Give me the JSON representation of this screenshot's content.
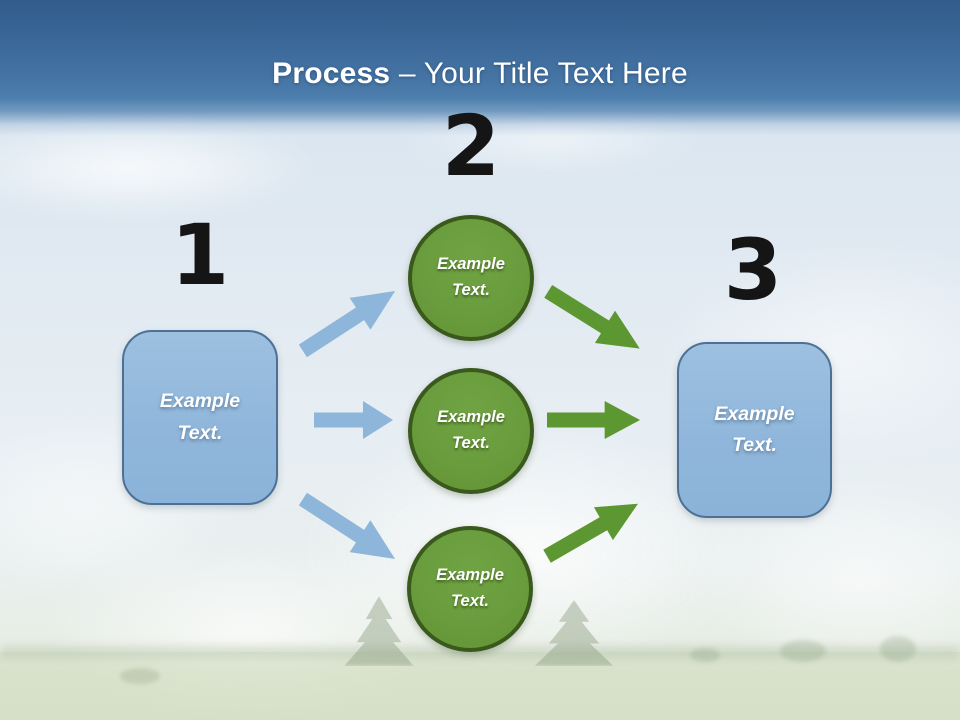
{
  "slide": {
    "title": {
      "bold": "Process",
      "rest": " – Your Title Text Here"
    }
  },
  "diagram": {
    "numbers": [
      "1",
      "2",
      "3"
    ],
    "left_box": {
      "label": "Example Text."
    },
    "right_box": {
      "label": "Example Text."
    },
    "circles": [
      {
        "label": "Example Text."
      },
      {
        "label": "Example Text."
      },
      {
        "label": "Example Text."
      }
    ],
    "colors": {
      "header_top": "#315c8b",
      "header_bottom": "#4d7ead",
      "title_color": "#ffffff",
      "box_fill": "#90b7db",
      "box_border": "#4d7095",
      "circle_fill": "#699c3c",
      "circle_border": "#3a591d",
      "arrow_blue": "#8db6da",
      "arrow_green": "#5d9732",
      "number_color": "#151515"
    }
  }
}
